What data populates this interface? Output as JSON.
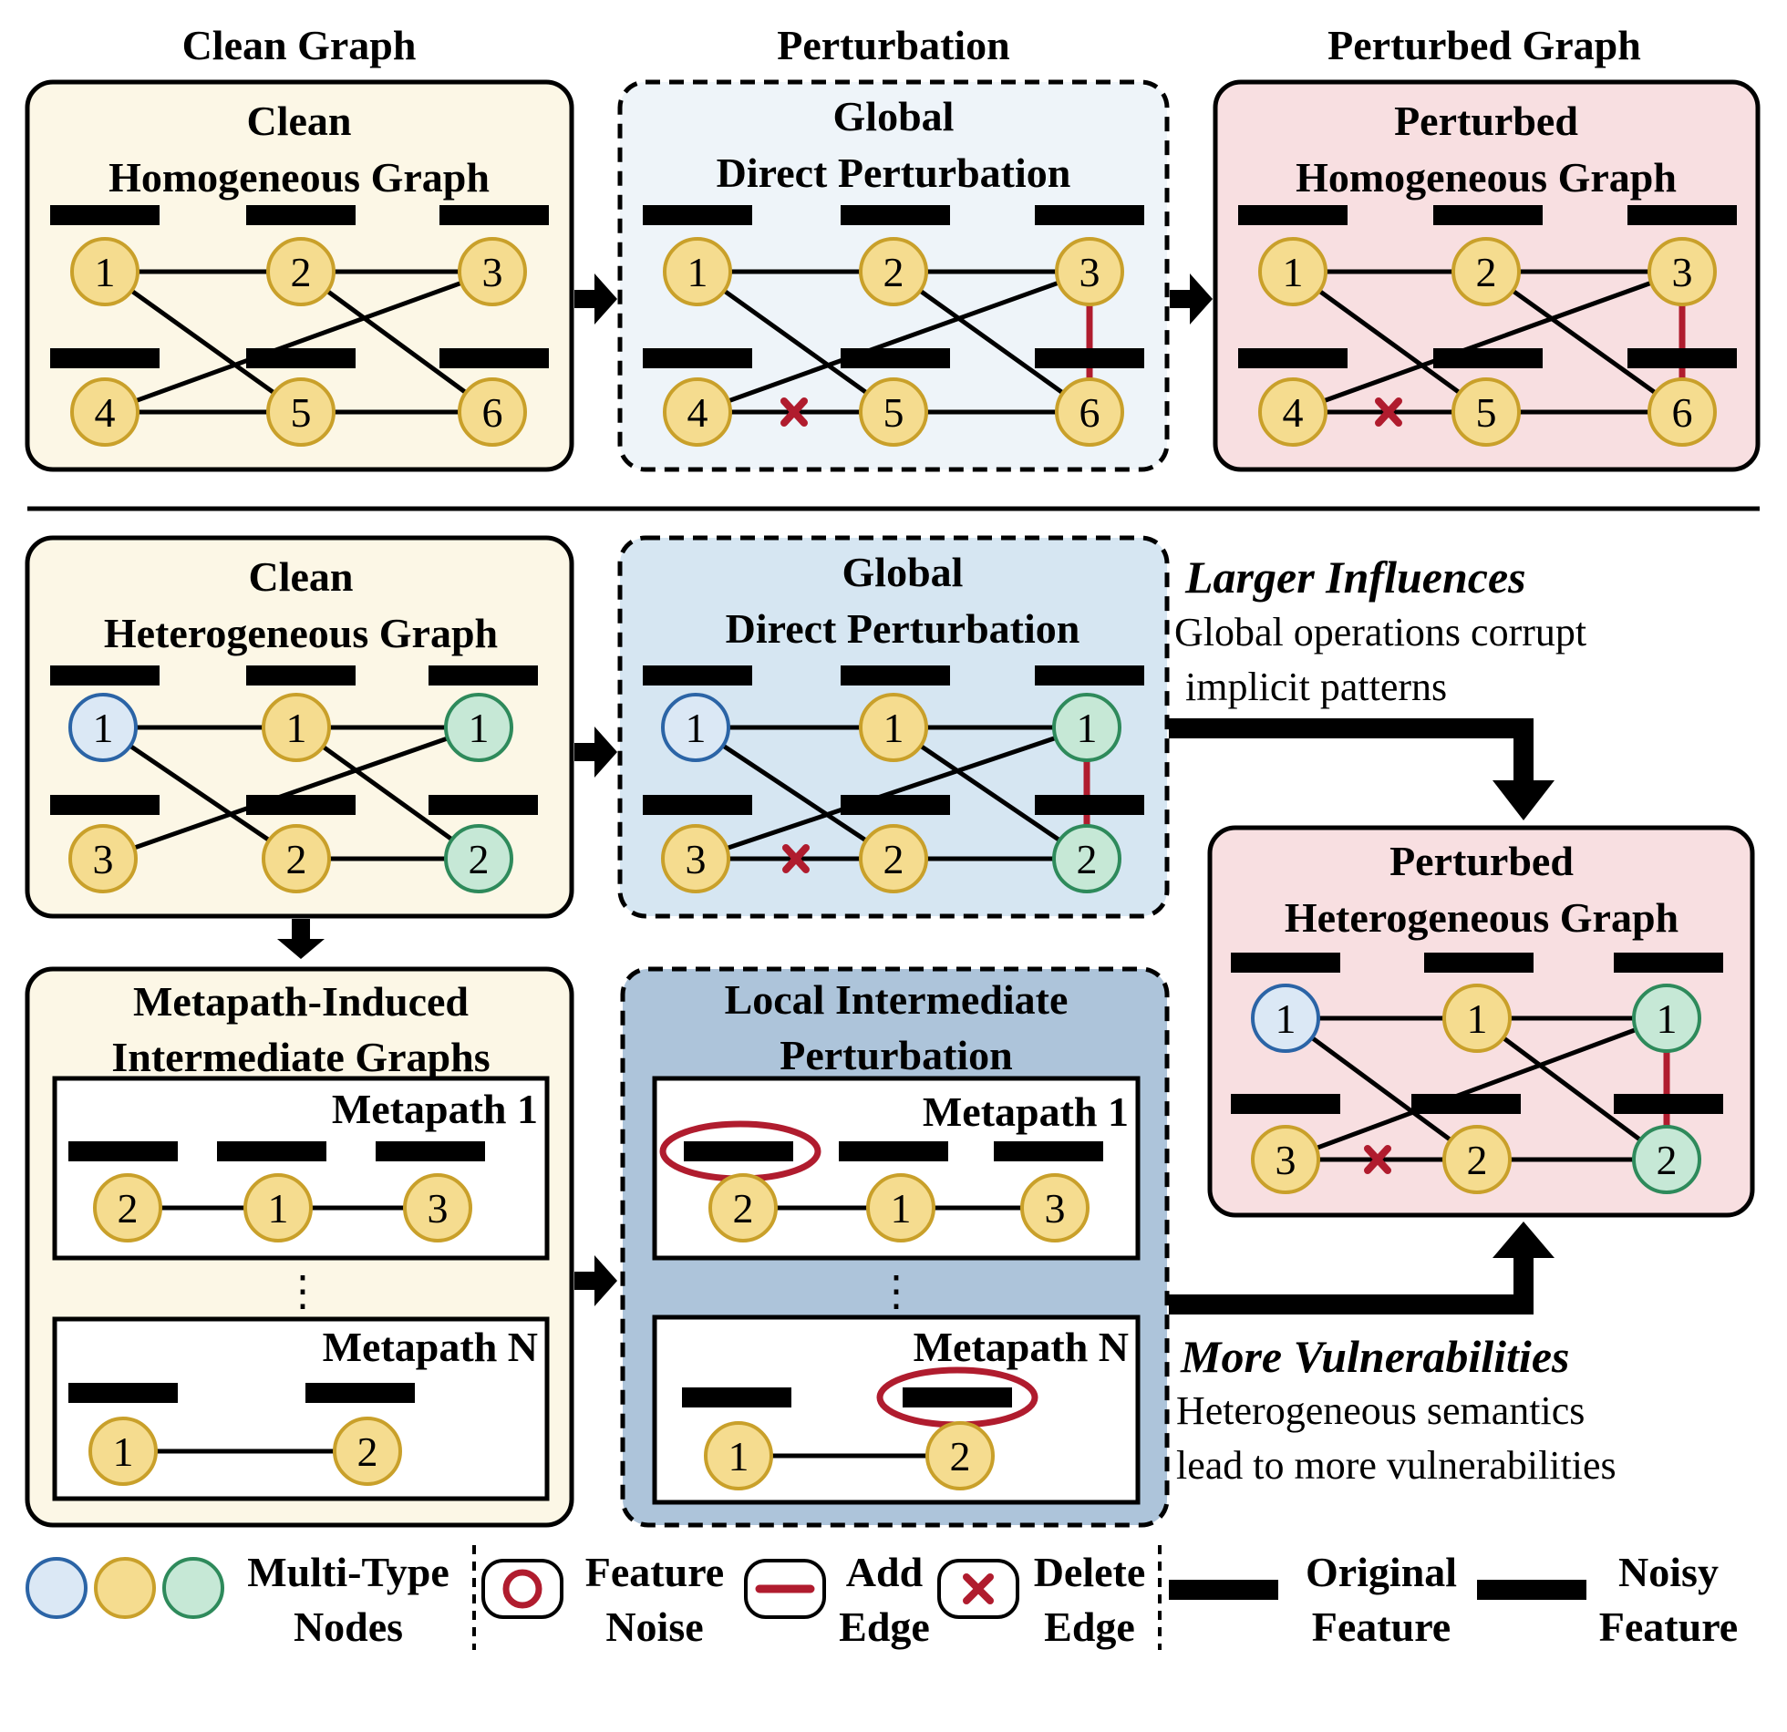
{
  "column_titles": {
    "clean": "Clean Graph",
    "perturbation": "Perturbation",
    "perturbed": "Perturbed Graph"
  },
  "panels": {
    "clean_homo": [
      "Clean",
      "Homogeneous Graph"
    ],
    "global_homo": [
      "Global",
      "Direct Perturbation"
    ],
    "perturbed_homo": [
      "Perturbed",
      "Homogeneous Graph"
    ],
    "clean_hetero": [
      "Clean",
      "Heterogeneous Graph"
    ],
    "global_hetero": [
      "Global",
      "Direct Perturbation"
    ],
    "metapath_graphs": [
      "Metapath-Induced",
      "Intermediate Graphs"
    ],
    "local_perturb": [
      "Local Intermediate",
      "Perturbation"
    ],
    "perturbed_hetero": [
      "Perturbed",
      "Heterogeneous Graph"
    ]
  },
  "metapath_labels": {
    "first": "Metapath 1",
    "last": "Metapath N",
    "ellipsis": "⋮"
  },
  "node_labels": {
    "homo": [
      "1",
      "2",
      "3",
      "4",
      "5",
      "6"
    ],
    "hetero": [
      "1",
      "1",
      "1",
      "3",
      "2",
      "2"
    ],
    "metapath1": [
      "2",
      "1",
      "3"
    ],
    "metapathN": [
      "1",
      "2"
    ]
  },
  "notes": {
    "larger_influences": {
      "heading": "Larger Influences",
      "lines": [
        "Global operations corrupt",
        "implicit patterns"
      ]
    },
    "more_vulnerabilities": {
      "heading": "More Vulnerabilities",
      "lines": [
        "Heterogeneous semantics",
        "lead to more vulnerabilities"
      ]
    }
  },
  "legend": {
    "multi_type": [
      "Multi-Type",
      "Nodes"
    ],
    "feature_noise": [
      "Feature",
      "Noise"
    ],
    "add_edge": [
      "Add",
      "Edge"
    ],
    "delete_edge": [
      "Delete",
      "Edge"
    ],
    "original_feature": [
      "Original",
      "Feature"
    ],
    "noisy_feature": [
      "Noisy",
      "Feature"
    ]
  },
  "colors": {
    "clean_bg": "#fcf7e6",
    "global_homo_bg": "#eef4f9",
    "global_hetero_bg": "#d6e6f2",
    "local_bg": "#adc4da",
    "perturbed_bg": "#f8dfe1",
    "node_yellow": "#f5dc8f",
    "node_yellow_stroke": "#c9a02a",
    "node_blue": "#dbe8f5",
    "node_blue_stroke": "#2b64a6",
    "node_green": "#c6e8d6",
    "node_green_stroke": "#2e8a5b",
    "accent_red": "#b01c2e"
  }
}
